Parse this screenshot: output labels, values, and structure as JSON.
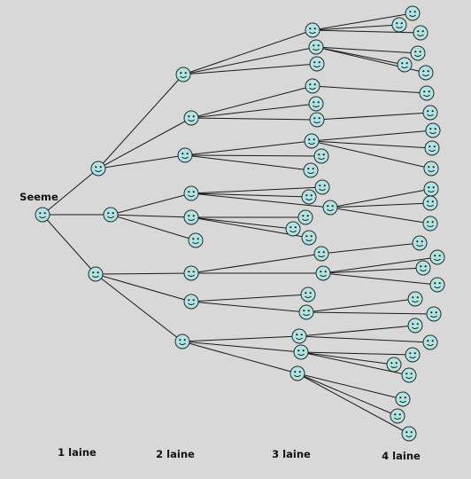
{
  "root": {
    "label": "Seeme"
  },
  "waves": [
    "1 laine",
    "2 laine",
    "3 laine",
    "4 laine"
  ],
  "colors": {
    "background": "#d8d8d8",
    "node_fill": "#b2e4e4",
    "node_stroke": "#2a2a2a",
    "edge": "#1a1a1a",
    "text": "#111111"
  },
  "icons": {
    "node": "smiley-icon"
  }
}
